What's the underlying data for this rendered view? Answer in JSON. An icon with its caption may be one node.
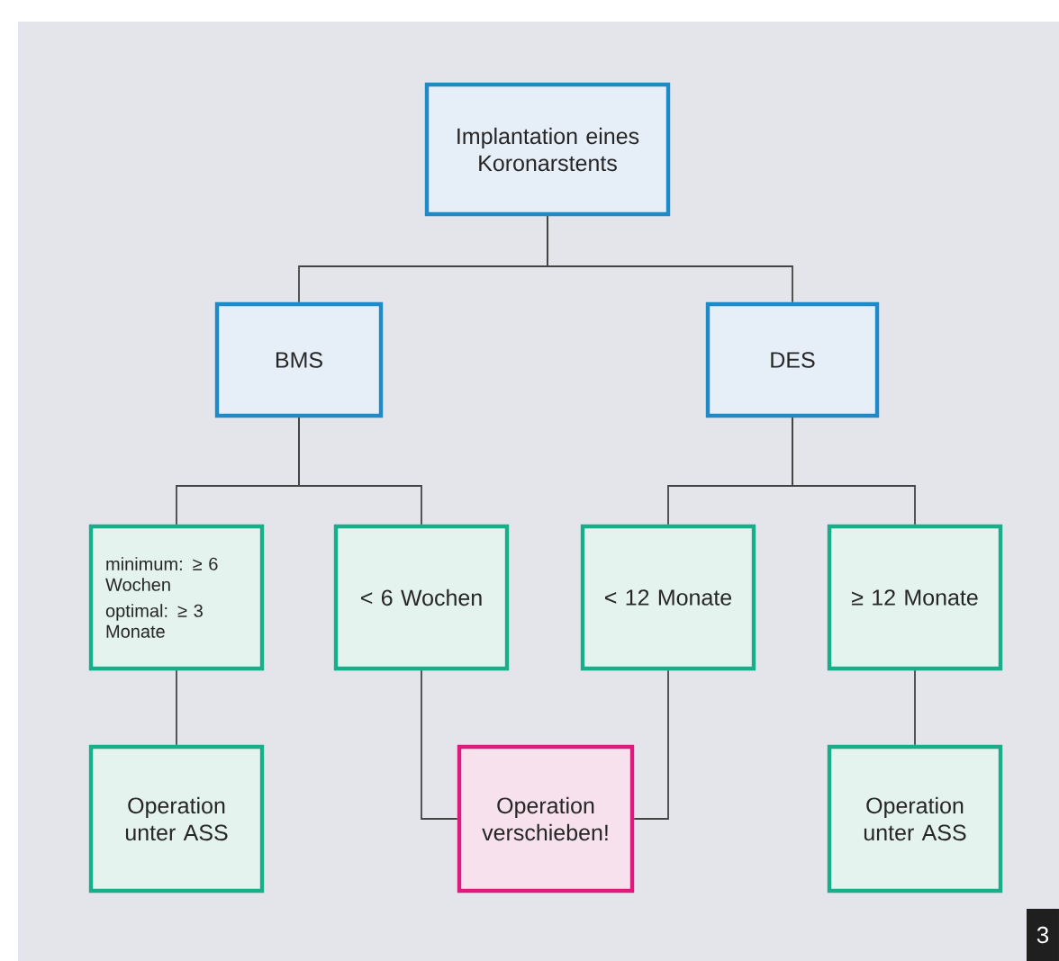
{
  "diagram": {
    "nodes": [
      {
        "text": [
          "Implantation eines Koronarstents"
        ]
      },
      {
        "text": [
          "BMS"
        ]
      },
      {
        "text": [
          "DES"
        ]
      },
      {
        "text": [
          "minimum: ≥ 6 Wochen",
          "optimal: ≥ 3 Monate"
        ]
      },
      {
        "text": [
          "< 6 Wochen"
        ]
      },
      {
        "text": [
          "< 12 Monate"
        ]
      },
      {
        "text": [
          "≥ 12 Monate"
        ]
      },
      {
        "text": [
          "Operation unter ASS"
        ]
      },
      {
        "text": [
          "Operation verschieben!"
        ]
      },
      {
        "text": [
          "Operation unter ASS"
        ]
      }
    ],
    "edges": [
      {
        "from": 0,
        "to": 1,
        "arrow": "none"
      },
      {
        "from": 0,
        "to": 2,
        "arrow": "none"
      },
      {
        "from": 1,
        "to": 3,
        "arrow": "none"
      },
      {
        "from": 1,
        "to": 4,
        "arrow": "none"
      },
      {
        "from": 2,
        "to": 5,
        "arrow": "none"
      },
      {
        "from": 2,
        "to": 6,
        "arrow": "none"
      },
      {
        "from": 3,
        "to": 7,
        "arrow": "none"
      },
      {
        "from": 4,
        "to": 8,
        "arrow": "none"
      },
      {
        "from": 5,
        "to": 8,
        "arrow": "none"
      },
      {
        "from": 6,
        "to": 9,
        "arrow": "none"
      }
    ],
    "labels": [
      "3"
    ]
  }
}
